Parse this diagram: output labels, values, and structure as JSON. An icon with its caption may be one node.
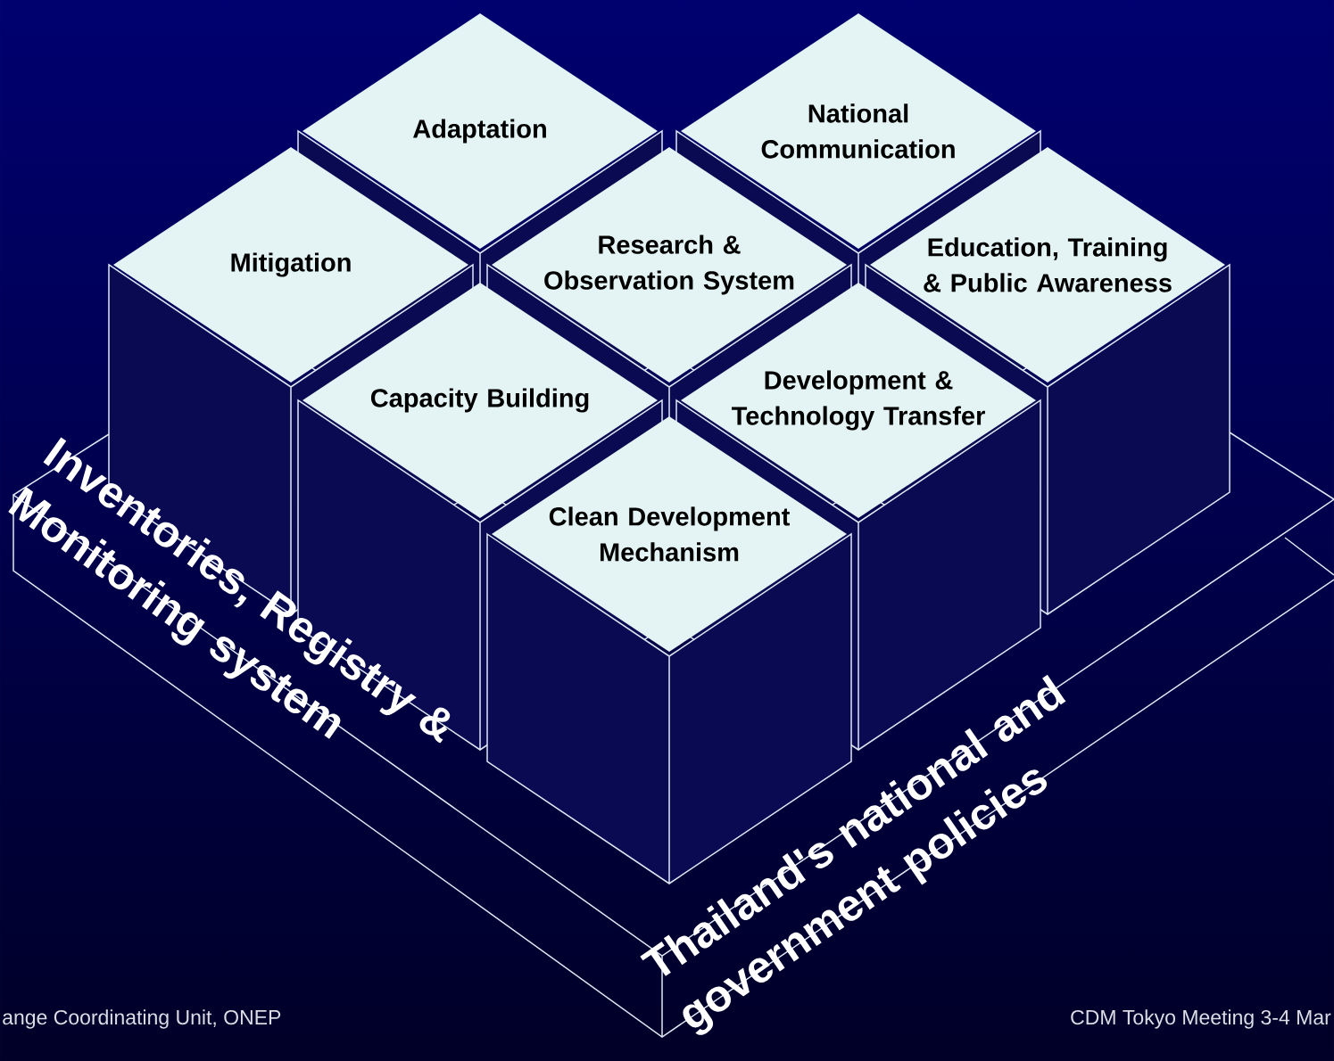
{
  "diagram": {
    "nodes": [
      {
        "text": [
          "Adaptation"
        ]
      },
      {
        "text": [
          "National Communication"
        ]
      },
      {
        "text": [
          "Mitigation"
        ]
      },
      {
        "text": [
          "Research & Observation System"
        ]
      },
      {
        "text": [
          "Education, Training & Public Awareness"
        ]
      },
      {
        "text": [
          "Capacity Building"
        ]
      },
      {
        "text": [
          "Development & Technology Transfer"
        ]
      },
      {
        "text": [
          "Clean Development Mechanism"
        ]
      }
    ],
    "labels": [
      "Inventories, Registry & Monitoring system",
      "Thailand's national and government policies",
      "ange Coordinating Unit, ONEP",
      "CDM Tokyo Meeting 3-4 Mar"
    ]
  }
}
